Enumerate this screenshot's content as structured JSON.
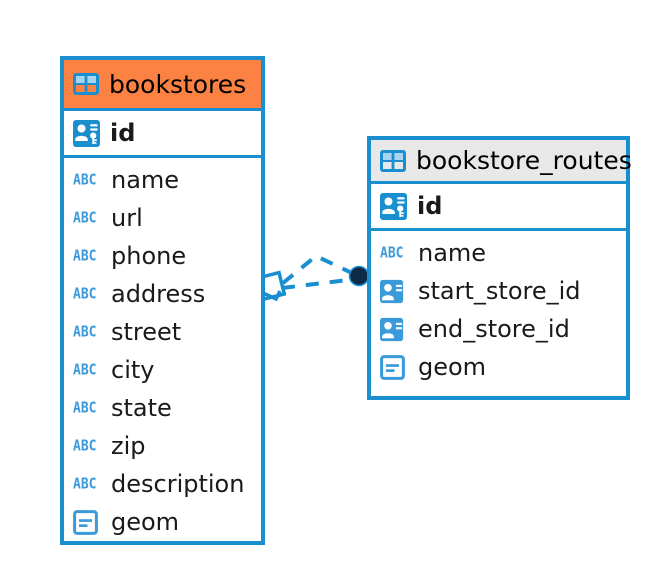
{
  "diagram": {
    "type": "entity-relationship-diagram",
    "background_color": "#ffffff",
    "accent_color": "#1a8fcf",
    "highlight_color": "#fc8244",
    "header_gray": "#e8e8e8",
    "connector_color": "#1a8fcf",
    "connector_endpoint_color": "#0d2a47"
  },
  "entities": [
    {
      "id": "bookstores",
      "name": "bookstores",
      "header_icon": "table-icon",
      "header_style": "highlighted-orange",
      "primary_keys": [
        {
          "name": "id",
          "icon": "primary-key-icon"
        }
      ],
      "fields": [
        {
          "name": "name",
          "icon": "text-type-icon",
          "icon_label": "ABC"
        },
        {
          "name": "url",
          "icon": "text-type-icon",
          "icon_label": "ABC"
        },
        {
          "name": "phone",
          "icon": "text-type-icon",
          "icon_label": "ABC"
        },
        {
          "name": "address",
          "icon": "text-type-icon",
          "icon_label": "ABC"
        },
        {
          "name": "street",
          "icon": "text-type-icon",
          "icon_label": "ABC"
        },
        {
          "name": "city",
          "icon": "text-type-icon",
          "icon_label": "ABC"
        },
        {
          "name": "state",
          "icon": "text-type-icon",
          "icon_label": "ABC"
        },
        {
          "name": "zip",
          "icon": "text-type-icon",
          "icon_label": "ABC"
        },
        {
          "name": "description",
          "icon": "text-type-icon",
          "icon_label": "ABC"
        },
        {
          "name": "geom",
          "icon": "geometry-type-icon"
        }
      ]
    },
    {
      "id": "bookstore_routes",
      "name": "bookstore_routes",
      "header_icon": "table-icon",
      "header_style": "default-gray",
      "primary_keys": [
        {
          "name": "id",
          "icon": "primary-key-icon"
        }
      ],
      "fields": [
        {
          "name": "name",
          "icon": "text-type-icon",
          "icon_label": "ABC"
        },
        {
          "name": "start_store_id",
          "icon": "foreign-key-icon"
        },
        {
          "name": "end_store_id",
          "icon": "foreign-key-icon"
        },
        {
          "name": "geom",
          "icon": "geometry-type-icon"
        }
      ]
    }
  ],
  "relationships": [
    {
      "from": "bookstores",
      "to": "bookstore_routes",
      "line_style": "dashed",
      "from_endpoint": "rhombus-marker",
      "to_endpoint": "filled-circle-marker"
    }
  ]
}
